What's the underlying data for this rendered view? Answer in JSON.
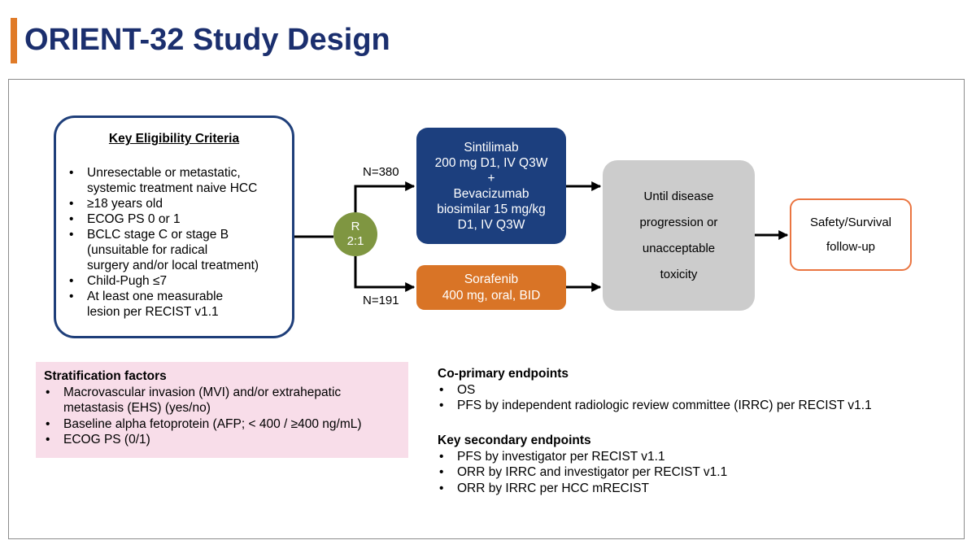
{
  "title": "ORIENT-32 Study Design",
  "colors": {
    "title": "#1b2f6e",
    "accent_bar": "#e07b28",
    "eligibility_border": "#1f3f7a",
    "sintilimab_box": "#1c3f7e",
    "sorafenib_box": "#d97426",
    "randomization": "#7f9641",
    "until_box": "#cccccc",
    "safety_border": "#ea7541",
    "stratification_bg": "#f8dde9"
  },
  "eligibility": {
    "title": "Key Eligibility Criteria",
    "items": [
      [
        "Unresectable or metastatic,",
        "systemic treatment naive HCC"
      ],
      [
        "≥18 years old"
      ],
      [
        "ECOG PS 0 or 1"
      ],
      [
        "BCLC stage C or stage B",
        "(unsuitable for radical",
        "surgery and/or local treatment)"
      ],
      [
        "Child-Pugh ≤7"
      ],
      [
        "At least one measurable",
        "lesion per RECIST v1.1"
      ]
    ]
  },
  "randomization": {
    "line1": "R",
    "line2": "2:1"
  },
  "arms": {
    "experimental": {
      "n_label": "N=380",
      "lines": [
        "Sintilimab",
        "200 mg D1, IV Q3W",
        "+",
        "Bevacizumab",
        "biosimilar 15 mg/kg",
        "D1, IV Q3W"
      ]
    },
    "control": {
      "n_label": "N=191",
      "lines": [
        "Sorafenib",
        "400 mg, oral, BID"
      ]
    }
  },
  "until": {
    "lines": [
      "Until disease",
      "progression or",
      "unacceptable",
      "toxicity"
    ]
  },
  "followup": {
    "lines": [
      "Safety/Survival",
      "follow-up"
    ]
  },
  "stratification": {
    "title": "Stratification factors",
    "items": [
      [
        "Macrovascular invasion (MVI) and/or extrahepatic",
        "metastasis (EHS) (yes/no)"
      ],
      [
        "Baseline alpha fetoprotein (AFP; < 400 / ≥400 ng/mL)"
      ],
      [
        "ECOG PS (0/1)"
      ]
    ]
  },
  "coprimary": {
    "title": "Co-primary endpoints",
    "items": [
      "OS",
      "PFS by independent radiologic review committee (IRRC) per RECIST v1.1"
    ]
  },
  "secondary": {
    "title": "Key secondary endpoints",
    "items": [
      "PFS by investigator per RECIST v1.1",
      "ORR by IRRC and investigator per RECIST v1.1",
      "ORR by IRRC per HCC mRECIST"
    ]
  }
}
